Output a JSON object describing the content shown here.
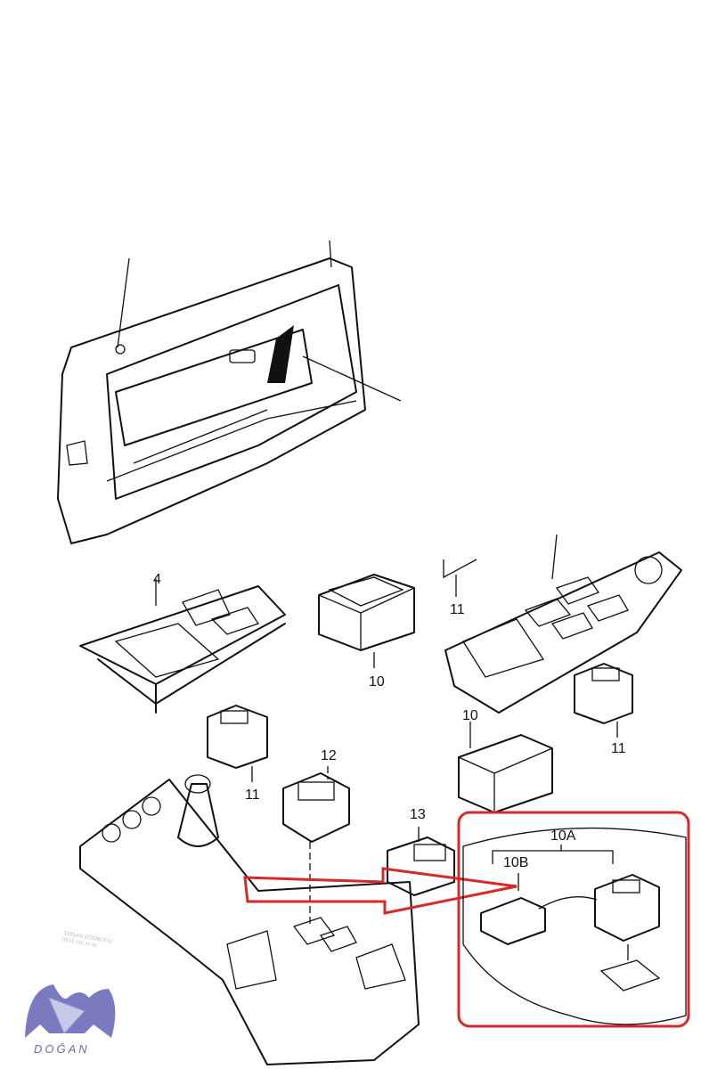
{
  "diagram": {
    "labels": {
      "part_4": "4",
      "part_10_top": "10",
      "part_11_top": "11",
      "part_10_right": "10",
      "part_11_right": "11",
      "part_11_left": "11",
      "part_12": "12",
      "part_13": "13",
      "part_10A": "10A",
      "part_10B": "10B"
    },
    "highlight_color": "#d42a2a",
    "watermark": [
      "DOGAN OTOMOTIV",
      "0212 xxx xx xx"
    ],
    "logo_text": "DOĞAN",
    "logo_color": "#7a7ac0"
  }
}
